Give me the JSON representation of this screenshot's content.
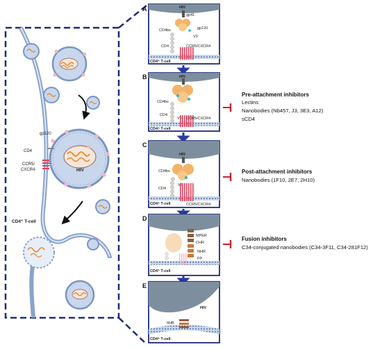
{
  "overview": {
    "labels": {
      "gp120": "gp120",
      "cd4": "CD4",
      "coreceptor": "CCR5/\nCXCR4",
      "hiv": "HIV",
      "cell": "CD4⁺ T-cell"
    }
  },
  "panels": [
    {
      "letter": "A",
      "hiv": "HIV",
      "cell": "CD4⁺ T-cell",
      "labels": {
        "gp41": "gp41",
        "gp120": "gp120",
        "cd4bs": "CD4bs",
        "v3": "V3",
        "cd4": "CD4",
        "coreceptor": "CCR5/CXCR4"
      }
    },
    {
      "letter": "B",
      "hiv": "HIV",
      "cell": "CD4⁺ T-cell",
      "labels": {
        "cd4bs": "CD4bs",
        "v3": "V3",
        "cd4": "CD4",
        "coreceptor": "CCR5/CXCR4"
      }
    },
    {
      "letter": "C",
      "hiv": "HIV",
      "cell": "CD4⁺ T-cell",
      "labels": {
        "cd4bs": "CD4bs",
        "v3": "V3",
        "cd4": "CD4",
        "coreceptor": "CCR5/CXCR4"
      }
    },
    {
      "letter": "D",
      "hiv": "",
      "cell": "CD4⁺ T-cell",
      "labels": {
        "mper": "MPER",
        "chr": "CHR",
        "nhr": "NHR",
        "fp": "FP"
      }
    },
    {
      "letter": "E",
      "hiv": "HIV",
      "cell": "CD4⁺ T-cell",
      "labels": {
        "six_hb": "6HB"
      }
    }
  ],
  "inhibitors": [
    {
      "title": "Pre-attachment inhibitors",
      "items": [
        "Lectins",
        "Nanobodies (Nb457, J3,  3E3, A12)",
        "sCD4"
      ]
    },
    {
      "title": "Post-attachment inhibitors",
      "items": [
        "Nanobodies (1F10, 2E7, 2H10)"
      ]
    },
    {
      "title": "Fusion inhibitors",
      "items": [
        "C34-conjugated nanobodies (C34-3F11, C34-281F12)"
      ]
    }
  ],
  "colors": {
    "frame": "#1f2a7a",
    "arrow_blue": "#2b3aa0",
    "membrane": "#9fb4d6",
    "virion": "#c9d7ec",
    "cytoplasm": "#7d8f9e",
    "env": "#f3b46a",
    "coreceptor": "#e0405a",
    "inhibitor": "#c8202f",
    "rna": "#e58a2c"
  }
}
